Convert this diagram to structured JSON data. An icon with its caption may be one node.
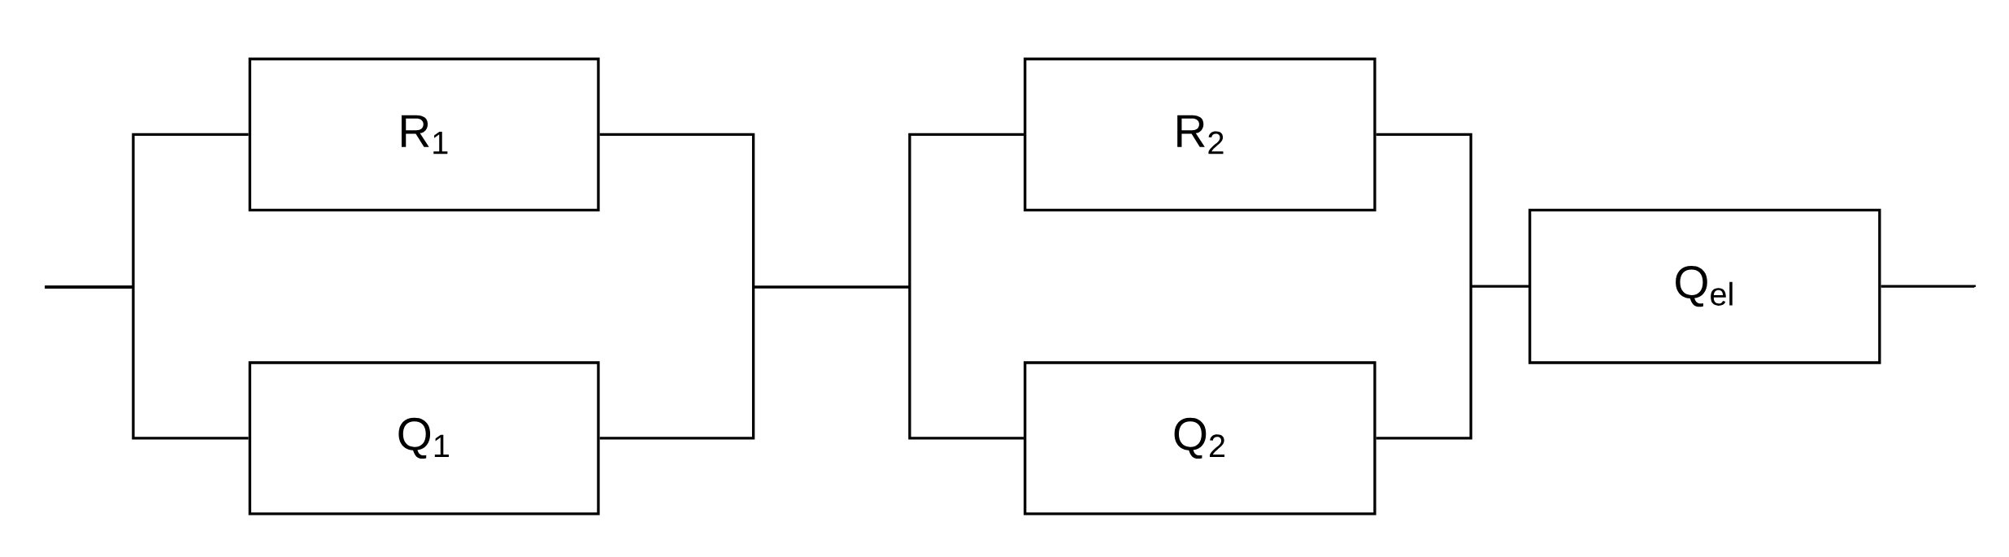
{
  "diagram": {
    "nodes": [
      {
        "text": [
          "R$_{1}$"
        ]
      },
      {
        "text": [
          "Q$_{1}$"
        ]
      },
      {
        "text": [
          "R$_{2}$"
        ]
      },
      {
        "text": [
          "Q$_{2}$"
        ]
      },
      {
        "text": [
          "Q$_{el}$"
        ]
      }
    ],
    "edges": [
      {
        "from": null,
        "to": 0,
        "arrow": "none"
      },
      {
        "from": null,
        "to": 1,
        "arrow": "none"
      },
      {
        "from": 0,
        "to": 2,
        "arrow": "none"
      },
      {
        "from": 0,
        "to": 3,
        "arrow": "none"
      },
      {
        "from": 1,
        "to": 2,
        "arrow": "none"
      },
      {
        "from": 1,
        "to": 3,
        "arrow": "none"
      },
      {
        "from": 2,
        "to": 4,
        "arrow": "none"
      },
      {
        "from": 3,
        "to": 4,
        "arrow": "none"
      },
      {
        "from": 4,
        "to": null,
        "arrow": "none"
      }
    ]
  }
}
